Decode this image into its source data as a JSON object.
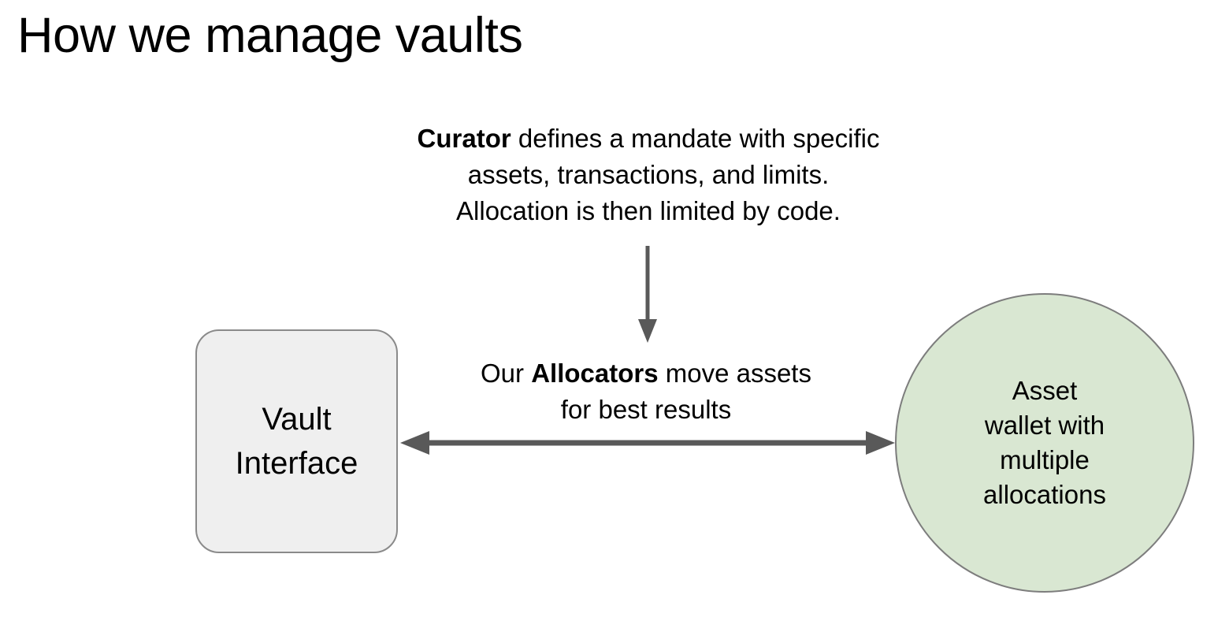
{
  "slide": {
    "title": "How we manage vaults",
    "background_color": "#ffffff",
    "text_color": "#000000",
    "arrow_color": "#595959"
  },
  "curator_note": {
    "bold_lead": "Curator",
    "line1_rest": " defines a mandate with specific",
    "line2": "assets, transactions, and limits.",
    "line3": "Allocation is then limited by code."
  },
  "allocator_note": {
    "line1_prefix": "Our ",
    "bold_word": "Allocators",
    "line1_rest": " move assets",
    "line2": "for best results"
  },
  "vault_box": {
    "label": "Vault\nInterface",
    "fill_color": "#efefef",
    "border_color": "#8a8a8a"
  },
  "asset_circle": {
    "label": "Asset\nwallet with\nmultiple\nallocations",
    "fill_color": "#d9e7d2",
    "border_color": "#7d7d7d"
  }
}
